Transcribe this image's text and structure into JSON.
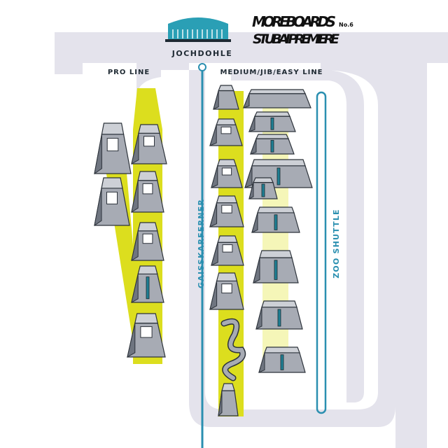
{
  "title": {
    "line1": "MOREBOARDS",
    "line2": "STUBAI PREMIERE",
    "edition": "No.6"
  },
  "labels": {
    "station": "JOCHDOHLE",
    "pro_line": "PRO LINE",
    "medium_line": "MEDIUM/JIB/EASY LINE",
    "lift_left": "GAISSKARFERNER",
    "lift_right": "ZOO SHUTTLE"
  },
  "colors": {
    "slope": "#e4e3ec",
    "line_yellow": "#dcde1e",
    "line_pale": "#f5f6b8",
    "lift_blue": "#2a8fb0",
    "lodge_teal": "#2a9fb5",
    "feature_gray": "#a7abb4",
    "feature_dark": "#6f7580",
    "feature_top": "#cdd0d6",
    "rail_blue": "#1f7f93"
  }
}
